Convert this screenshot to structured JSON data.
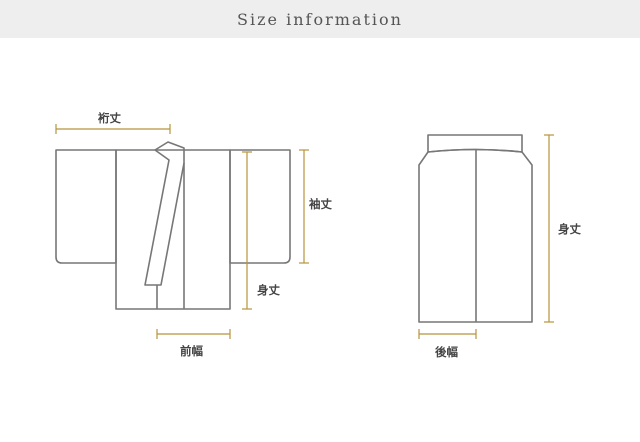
{
  "header": {
    "title": "Size information"
  },
  "colors": {
    "garment_outline": "#777777",
    "dimension_line": "#b8943c",
    "label_text": "#444444",
    "header_band": "#eeeeee"
  },
  "jacket": {
    "labels": {
      "sleeve_length": "裄丈",
      "sleeve_height": "袖丈",
      "body_length": "身丈",
      "front_width": "前幅"
    }
  },
  "hakama": {
    "labels": {
      "body_length": "身丈",
      "back_width": "後幅"
    }
  }
}
